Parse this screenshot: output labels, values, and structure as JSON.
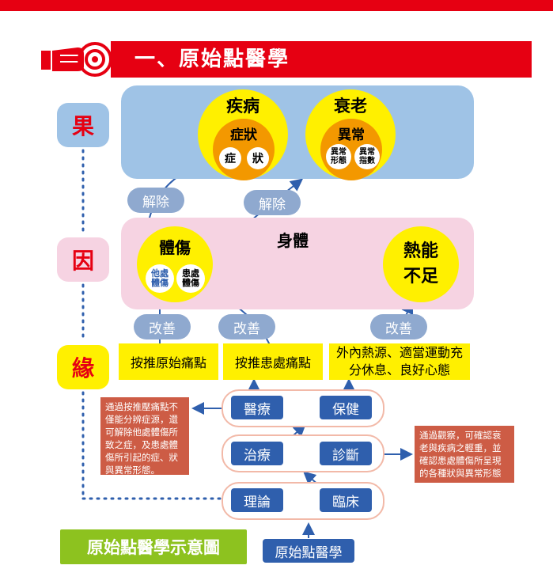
{
  "header": {
    "title": "一、原始點醫學"
  },
  "side_labels": {
    "guo": "果",
    "yin": "因",
    "yuan": "緣"
  },
  "disease": {
    "title": "疾病",
    "symptom": "症狀",
    "zheng": "症",
    "zhuang": "狀"
  },
  "aging": {
    "title": "衰老",
    "abnormal": "異常",
    "abnormal_form": "異常形態",
    "abnormal_index": "異常指數"
  },
  "body": {
    "label": "身體"
  },
  "injury": {
    "title": "體傷",
    "other": "他處體傷",
    "local": "患處體傷"
  },
  "heat": {
    "title": "熱能不足"
  },
  "actions": {
    "remove1": "解除",
    "remove2": "解除",
    "improve1": "改善",
    "improve2": "改善",
    "improve3": "改善"
  },
  "methods": {
    "push_origin": "按推原始痛點",
    "push_local": "按推患處痛點",
    "lifestyle": "外內熱源、適當運動充分休息、良好心態"
  },
  "buttons": {
    "medical": "醫療",
    "health": "保健",
    "treatment": "治療",
    "diagnosis": "診斷",
    "theory": "理論",
    "clinical": "臨床",
    "origin": "原始點醫學"
  },
  "notes": {
    "left": "通過按推壓痛點不僅能分辨症源，還可解除他處體傷所致之症，及患處體傷所引起的症、狀與異常形態。",
    "right": "通過觀察，可確認衰老與疾病之輕重，並確認患處體傷所呈現的各種狀與異常形態"
  },
  "caption": "原始點醫學示意圖",
  "colors": {
    "red": "#e60012",
    "blue": "#2f5fad",
    "yellow": "#fff000",
    "orange": "#f39800",
    "light_blue": "#9fc3e6",
    "pink": "#f6d3e2",
    "green": "#8dc21f"
  }
}
